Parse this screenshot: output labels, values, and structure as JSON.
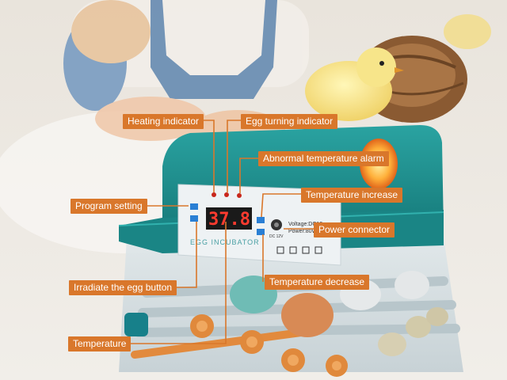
{
  "callouts": {
    "heating_indicator": "Heating indicator",
    "egg_turning_indicator": "Egg turning indicator",
    "abnormal_temperature_alarm": "Abnormal temperature alarm",
    "temperature_increase": "Temperature increase",
    "program_setting": "Program setting",
    "power_connector": "Power connector",
    "irradiate_egg_button": "Irradiate the egg button",
    "temperature_decrease": "Temperature decrease",
    "temperature": "Temperature"
  },
  "device": {
    "brand_text": "EGG INCUBATOR",
    "display_value": "37.8",
    "voltage_text": "Voltage:DC12",
    "power_text": "Power:80W",
    "dc_label": "DC 12V"
  },
  "colors": {
    "callout_bg": "#d9772b",
    "leader_line": "#d9772b",
    "incubator_teal": "#1f8a8a",
    "display_red": "#ff3b2f"
  }
}
